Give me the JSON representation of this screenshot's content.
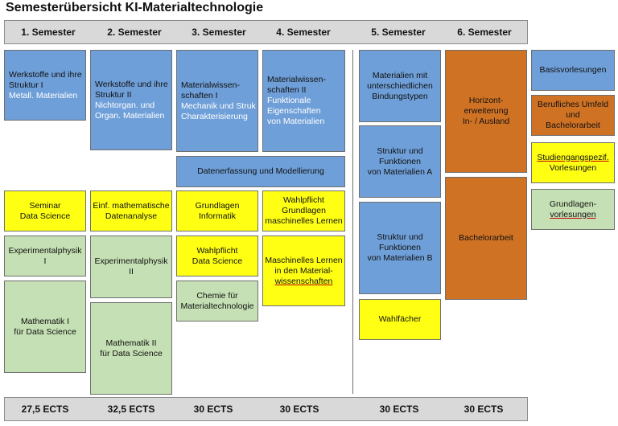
{
  "title": "Semesterübersicht KI-Materialtechnologie",
  "semesters": [
    "1. Semester",
    "2. Semester",
    "3. Semester",
    "4. Semester",
    "5. Semester",
    "6. Semester"
  ],
  "ects": [
    "27,5 ECTS",
    "32,5 ECTS",
    "30 ECTS",
    "30 ECTS",
    "30 ECTS",
    "30 ECTS"
  ],
  "colors": {
    "blue": "#6f9fd8",
    "yellow": "#ffff14",
    "green": "#c5e0b4",
    "orange": "#d07224",
    "bar": "#d9d9d9"
  },
  "modules": {
    "s1_werkstoffe": {
      "line1": "Werkstoffe und ihre",
      "line2": "Struktur I",
      "sub": "Metall. Materialien"
    },
    "s1_seminar": {
      "line1": "Seminar",
      "line2": "Data Science"
    },
    "s1_physik": {
      "line1": "Experimentalphysik I"
    },
    "s1_mathe": {
      "line1": "Mathematik I",
      "line2": "für Data Science"
    },
    "s2_werkstoffe": {
      "line1": "Werkstoffe und ihre",
      "line2": "Struktur II",
      "sub1": "Nichtorgan. und",
      "sub2": "Organ. Materialien"
    },
    "s2_datenanalyse": {
      "line1": "Einf. mathematische",
      "line2": "Datenanalyse"
    },
    "s2_physik": {
      "line1": "Experimentalphysik II"
    },
    "s2_mathe": {
      "line1": "Mathematik II",
      "line2": "für Data Science"
    },
    "s3_materialwiss": {
      "line1": "Materialwissen-",
      "line2": "schaften I",
      "sub1": "Mechanik und Struk",
      "sub2": "Charakterisierung"
    },
    "s4_materialwiss": {
      "line1": "Materialwissen-",
      "line2": "schaften II",
      "sub1": "Funktionale",
      "sub2": "Eigenschaften",
      "sub3": "von Materialien"
    },
    "s34_datenerfassung": {
      "line1": "Datenerfassung und Modellierung"
    },
    "s3_informatik": {
      "line1": "Grundlagen",
      "line2": "Informatik"
    },
    "s3_wahlpflicht": {
      "line1": "Wahlpflicht",
      "line2": "Data Science"
    },
    "s3_chemie": {
      "line1": "Chemie für",
      "line2": "Materialtechnologie"
    },
    "s4_wahlpflicht": {
      "line1": "Wahlpflicht",
      "line2": "Grundlagen",
      "line3": "maschinelles Lernen"
    },
    "s4_ml": {
      "line1": "Maschinelles Lernen",
      "line2": "in den Material-",
      "line3": "wissenschaften"
    },
    "s5_bindung": {
      "line1": "Materialien mit",
      "line2": "unterschiedlichen",
      "line3": "Bindungstypen"
    },
    "s5_strukturA": {
      "line1": "Struktur und",
      "line2": "Funktionen",
      "line3": "von Materialien A"
    },
    "s5_strukturB": {
      "line1": "Struktur und",
      "line2": "Funktionen",
      "line3": "von Materialien B"
    },
    "s5_wahlfaecher": {
      "line1": "Wahlfächer"
    },
    "s6_horizont": {
      "line1": "Horizont-",
      "line2": "erweiterung",
      "line3": "In- / Ausland"
    },
    "s6_bachelor": {
      "line1": "Bachelorarbeit"
    }
  },
  "legend": {
    "basis": "Basisvorlesungen",
    "beruf_line1": "Berufliches Umfeld",
    "beruf_line2": "und",
    "beruf_line3": "Bachelorarbeit",
    "studiengang_line1": "Studiengangspezif.",
    "studiengang_line2": "Vorlesungen",
    "grundlagen_line1": "Grundlagen-",
    "grundlagen_line2": "vorlesungen"
  }
}
